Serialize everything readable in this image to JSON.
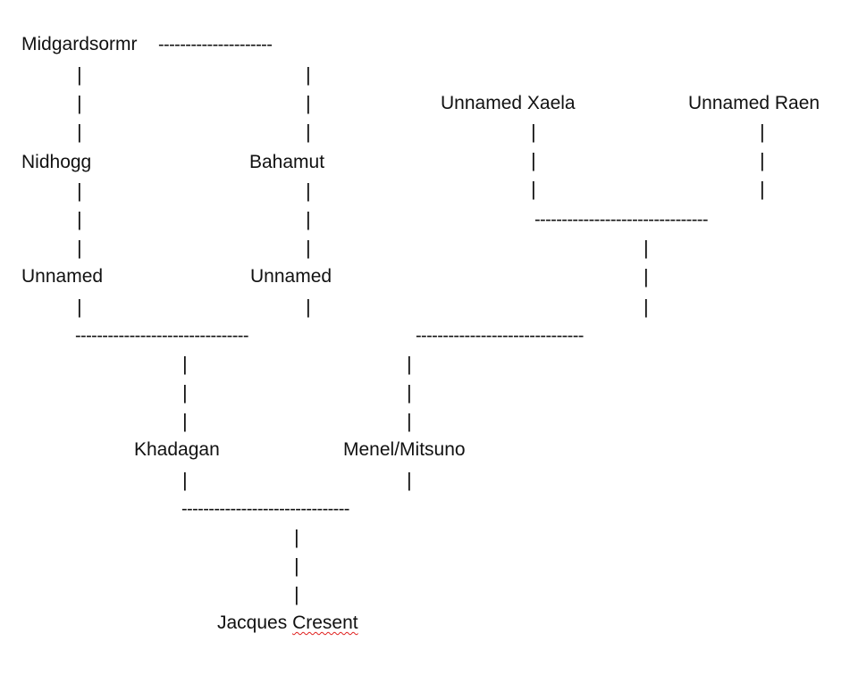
{
  "tree": {
    "root": {
      "name": "Midgardsormr",
      "connector": "---------------------"
    },
    "generation_1": {
      "left": "Nidhogg",
      "right": "Bahamut"
    },
    "generation_2": {
      "left": "Unnamed",
      "right": "Unnamed"
    },
    "maternal_grandparents": {
      "left": "Unnamed Xaela",
      "right": "Unnamed Raen"
    },
    "parents": {
      "father": "Khadagan",
      "mother": "Menel/Mitsuno"
    },
    "child": {
      "first": "Jacques",
      "last": "Cresent"
    },
    "glyphs": {
      "vertical": "|",
      "join_long": "--------------------------------",
      "join_med": "-------------------------------",
      "join_xr": "--------------------------------"
    }
  },
  "colors": {
    "text": "#111111",
    "spellcheck": "#e0201e",
    "background": "#ffffff"
  }
}
